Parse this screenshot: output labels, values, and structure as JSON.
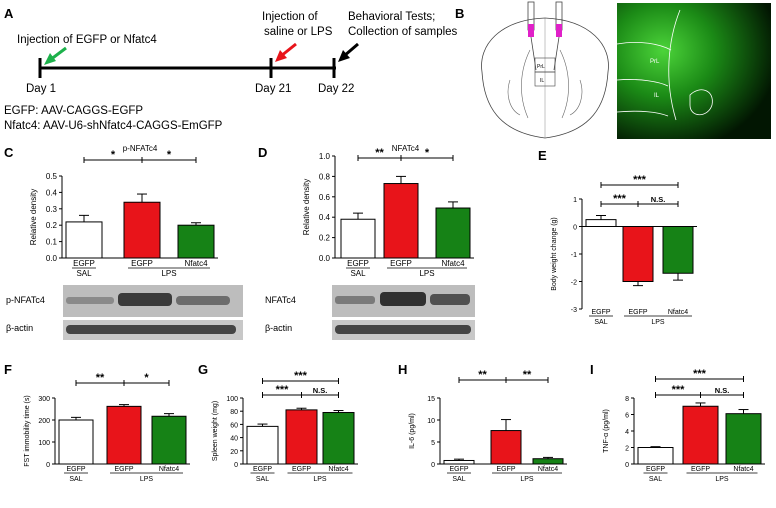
{
  "panel_letters": [
    "A",
    "B",
    "C",
    "D",
    "E",
    "F",
    "G",
    "H",
    "I"
  ],
  "colors": {
    "sal": "#ffffff",
    "egfp_lps": "#e8141a",
    "nfatc4_lps": "#168216",
    "arrow_green": "#1db14b",
    "arrow_red": "#e8141a",
    "inject_magenta": "#e020c8",
    "slice_green": "#0a7a0a"
  },
  "timeline": {
    "days": [
      "Day 1",
      "Day 21",
      "Day 22"
    ],
    "events": [
      "Injection of EGFP or Nfatc4",
      "Injection of",
      "saline or LPS",
      "Behavioral Tests;",
      "Collection of samples"
    ],
    "legend": [
      "EGFP: AAV-CAGGS-EGFP",
      "Nfatc4: AAV-U6-shNfatc4-CAGGS-EmGFP"
    ]
  },
  "brain_labels": [
    "PrL",
    "IL"
  ],
  "group_labels": {
    "sal_virus": "EGFP",
    "lps_virus_1": "EGFP",
    "lps_virus_2": "Nfatc4",
    "sal": "SAL",
    "lps": "LPS"
  },
  "blots": {
    "C": [
      "p-NFATc4",
      "β-actin"
    ],
    "D": [
      "NFATc4",
      "β-actin"
    ]
  },
  "chart_data": [
    {
      "panel": "C",
      "type": "bar",
      "title": "p-NFATc4",
      "ylabel": "Relative density",
      "ylim": [
        0,
        0.5
      ],
      "yticks": [
        "0.0",
        "0.1",
        "0.2",
        "0.3",
        "0.4",
        "0.5"
      ],
      "tick_values": [
        0,
        0.1,
        0.2,
        0.3,
        0.4,
        0.5
      ],
      "values": [
        0.22,
        0.34,
        0.2
      ],
      "errors": [
        0.04,
        0.05,
        0.015
      ],
      "sig": [
        "*",
        "*"
      ]
    },
    {
      "panel": "D",
      "type": "bar",
      "title": "NFATc4",
      "ylabel": "Relative density",
      "ylim": [
        0,
        1.0
      ],
      "yticks": [
        "0.0",
        "0.2",
        "0.4",
        "0.6",
        "0.8",
        "1.0"
      ],
      "tick_values": [
        0,
        0.2,
        0.4,
        0.6,
        0.8,
        1.0
      ],
      "values": [
        0.38,
        0.73,
        0.49
      ],
      "errors": [
        0.06,
        0.07,
        0.06
      ],
      "sig": [
        "**",
        "*"
      ]
    },
    {
      "panel": "E",
      "type": "bar",
      "title": "",
      "ylabel": "Body weight change (g)",
      "ylim": [
        -3,
        1
      ],
      "yticks": [
        "-3",
        "-2",
        "-1",
        "0",
        "1"
      ],
      "tick_values": [
        -3,
        -2,
        -1,
        0,
        1
      ],
      "values": [
        0.25,
        -2.0,
        -1.7
      ],
      "errors": [
        0.15,
        0.15,
        0.25
      ],
      "sig": [
        "***",
        "N.S.",
        "***"
      ]
    },
    {
      "panel": "F",
      "type": "bar",
      "title": "",
      "ylabel": "FST immobility time (s)",
      "ylim": [
        0,
        300
      ],
      "yticks": [
        "0",
        "100",
        "200",
        "300"
      ],
      "tick_values": [
        0,
        100,
        200,
        300
      ],
      "values": [
        200,
        262,
        217
      ],
      "errors": [
        12,
        8,
        12
      ],
      "sig": [
        "**",
        "*"
      ]
    },
    {
      "panel": "G",
      "type": "bar",
      "title": "",
      "ylabel": "Spleen weight (mg)",
      "ylim": [
        0,
        100
      ],
      "yticks": [
        "0",
        "20",
        "40",
        "60",
        "80",
        "100"
      ],
      "tick_values": [
        0,
        20,
        40,
        60,
        80,
        100
      ],
      "values": [
        57,
        82,
        78
      ],
      "errors": [
        3.5,
        2.5,
        3
      ],
      "sig": [
        "***",
        "N.S.",
        "***"
      ]
    },
    {
      "panel": "H",
      "type": "bar",
      "title": "",
      "ylabel": "IL-6 (pg/ml)",
      "ylim": [
        0,
        15
      ],
      "yticks": [
        "0",
        "5",
        "10",
        "15"
      ],
      "tick_values": [
        0,
        5,
        10,
        15
      ],
      "values": [
        0.8,
        7.6,
        1.2
      ],
      "errors": [
        0.3,
        2.5,
        0.3
      ],
      "sig": [
        "**",
        "**"
      ]
    },
    {
      "panel": "I",
      "type": "bar",
      "title": "",
      "ylabel": "TNF-α (pg/ml)",
      "ylim": [
        0,
        8
      ],
      "yticks": [
        "0",
        "2",
        "4",
        "6",
        "8"
      ],
      "tick_values": [
        0,
        2,
        4,
        6,
        8
      ],
      "values": [
        2.0,
        7.0,
        6.1
      ],
      "errors": [
        0.1,
        0.4,
        0.5
      ],
      "sig": [
        "***",
        "N.S.",
        "***"
      ]
    }
  ]
}
